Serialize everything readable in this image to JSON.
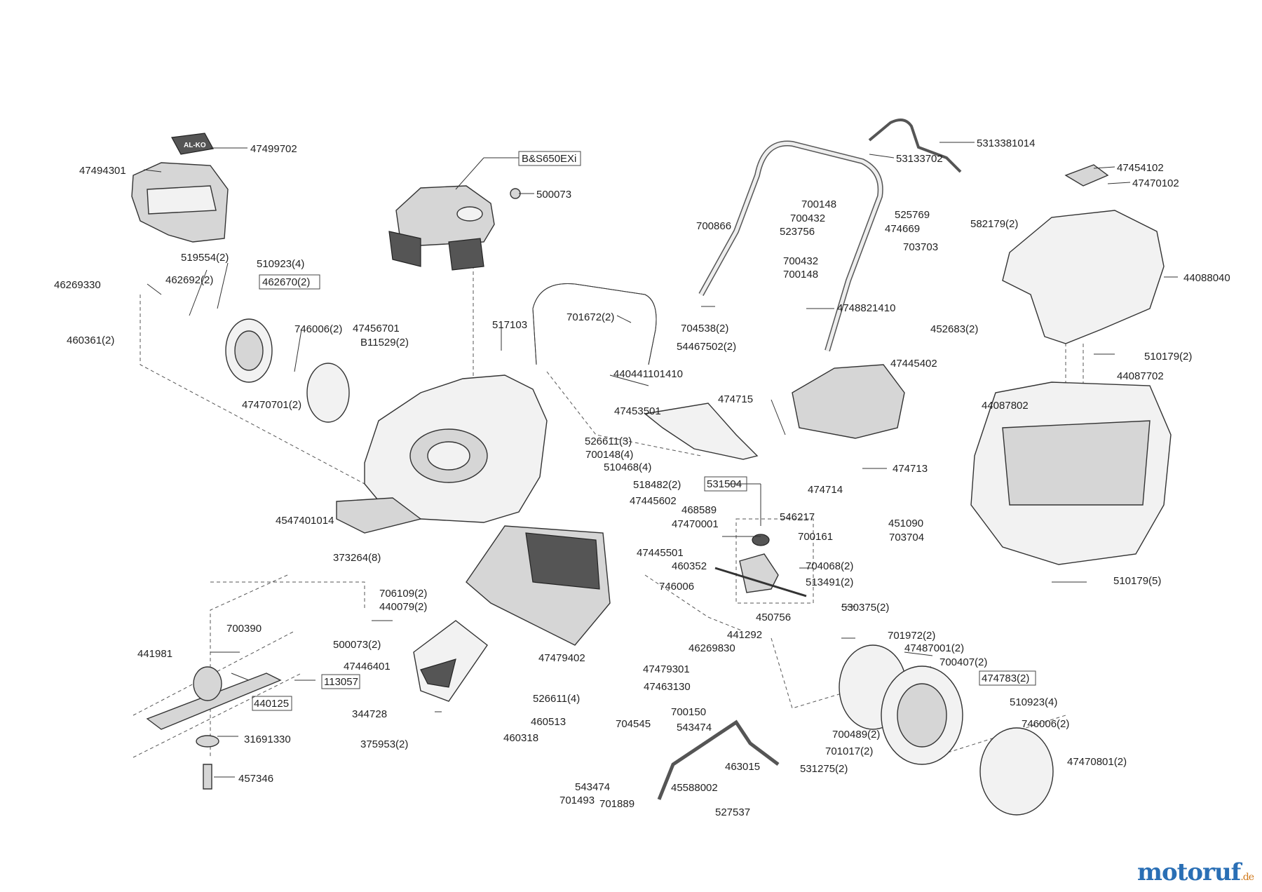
{
  "brand_plate": "AL-KO",
  "watermark": {
    "main": "motoruf",
    "suffix": ".de"
  },
  "labels": {
    "l47499702": "47499702",
    "l47494301": "47494301",
    "lengine": "B&S650EXi",
    "l500073a": "500073",
    "l5313381014": "5313381014",
    "l53133702": "53133702",
    "l47454102": "47454102",
    "l47470102": "47470102",
    "l700148a": "700148",
    "l700432a": "700432",
    "l525769": "525769",
    "l474669": "474669",
    "l700866": "700866",
    "l523756": "523756",
    "l703703": "703703",
    "l700432b": "700432",
    "l700148b": "700148",
    "l582179": "582179(2)",
    "l44088040": "44088040",
    "l519554": "519554(2)",
    "l510923a": "510923(4)",
    "l46269330": "46269330",
    "l462692": "462692(2)",
    "l462670": "462670(2)",
    "l460361": "460361(2)",
    "l746006a": "746006(2)",
    "l47456701": "47456701",
    "lB11529": "B11529(2)",
    "l517103": "517103",
    "l701672": "701672(2)",
    "l704538": "704538(2)",
    "l54467502": "54467502(2)",
    "l4748821410": "4748821410",
    "l452683": "452683(2)",
    "l510179a": "510179(2)",
    "l47470701": "47470701(2)",
    "l440441101410": "440441101410",
    "l47445402": "47445402",
    "l44087702": "44087702",
    "l474715": "474715",
    "l47453501": "47453501",
    "l44087802": "44087802",
    "l526611a": "526611(3)",
    "l700148c": "700148(4)",
    "l510468": "510468(4)",
    "l474713": "474713",
    "l531504": "531504",
    "l474714": "474714",
    "l518482": "518482(2)",
    "l47445602": "47445602",
    "l468589": "468589",
    "l4547401014": "4547401014",
    "l47470001": "47470001",
    "l546217": "546217",
    "l451090": "451090",
    "l700161": "700161",
    "l703704": "703704",
    "l373264": "373264(8)",
    "l47445501": "47445501",
    "l460352": "460352",
    "l704068": "704068(2)",
    "l513491": "513491(2)",
    "l510179b": "510179(5)",
    "l706109": "706109(2)",
    "l440079": "440079(2)",
    "l746006b": "746006",
    "l530375": "530375(2)",
    "l700390": "700390",
    "l450756": "450756",
    "l441292": "441292",
    "l500073b": "500073(2)",
    "l46269830": "46269830",
    "l701972": "701972(2)",
    "l441981": "441981",
    "l47487001": "47487001(2)",
    "l47446401": "47446401",
    "l47479402": "47479402",
    "l47479301": "47479301",
    "l700407": "700407(2)",
    "l113057": "113057",
    "l474783": "474783(2)",
    "l47463130": "47463130",
    "l440125": "440125",
    "l526611b": "526611(4)",
    "l510923b": "510923(4)",
    "l344728": "344728",
    "l700150": "700150",
    "l460513": "460513",
    "l704545": "704545",
    "l543474a": "543474",
    "l700489": "700489(2)",
    "l746006c": "746006(2)",
    "l460318": "460318",
    "l31691330": "31691330",
    "l375953": "375953(2)",
    "l701017": "701017(2)",
    "l47470801": "47470801(2)",
    "l463015": "463015",
    "l531275": "531275(2)",
    "l457346": "457346",
    "l543474b": "543474",
    "l45588002": "45588002",
    "l701493": "701493",
    "l701889": "701889",
    "l527537": "527537"
  },
  "colors": {
    "line": "#333333",
    "part_fill": "#d6d6d6",
    "dark_part": "#555555",
    "watermark_blue": "#2a6fb5",
    "watermark_orange": "#d07a1c"
  }
}
